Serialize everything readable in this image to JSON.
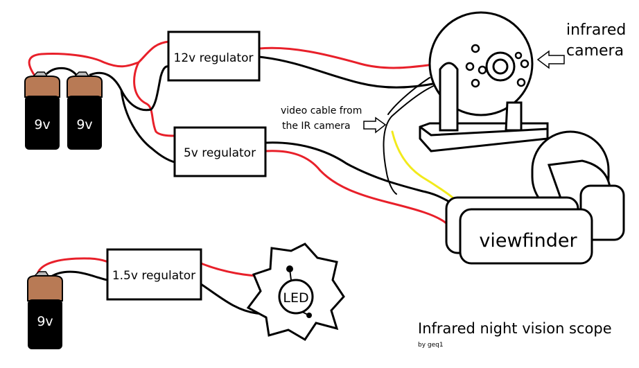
{
  "batteries": [
    {
      "label": "9v"
    },
    {
      "label": "9v"
    },
    {
      "label": "9v"
    }
  ],
  "regulators": {
    "r12": "12v regulator",
    "r5": "5v regulator",
    "r15": "1.5v regulator"
  },
  "camera_label_line1": "infrared",
  "camera_label_line2": "camera",
  "video_note_line1": "video cable from",
  "video_note_line2": "the IR camera",
  "viewfinder": "viewfinder",
  "led": "LED",
  "title": "Infrared night vision scope",
  "byline": "by geq1",
  "colors": {
    "positive_wire": "#e8202a",
    "negative_wire": "#000000",
    "video_wire": "#f2ea1c",
    "battery_top": "#b87a55",
    "battery_body": "#000000"
  }
}
